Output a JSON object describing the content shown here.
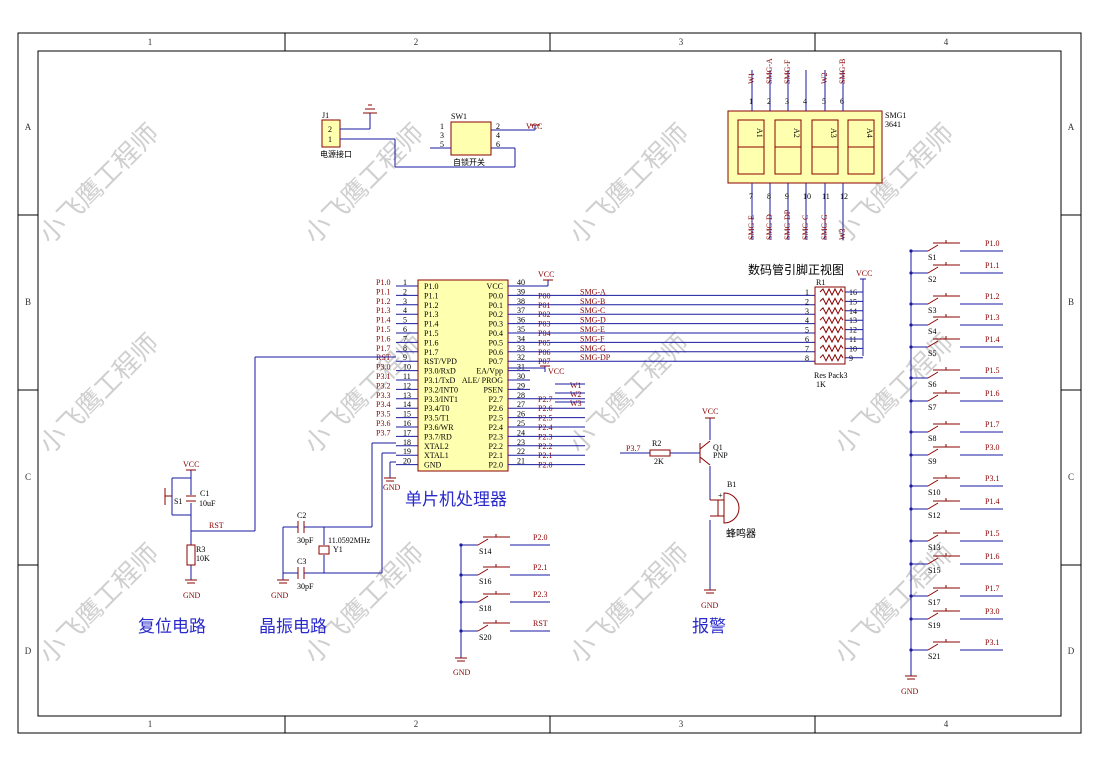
{
  "grid": {
    "columns": [
      "1",
      "2",
      "3",
      "4"
    ],
    "rows": [
      "A",
      "B",
      "C",
      "D"
    ]
  },
  "watermark": "小飞鹰工程师",
  "titles": {
    "mcu": "单片机处理器",
    "reset": "复位电路",
    "crystal": "晶振电路",
    "alarm": "报警",
    "seg_pins": "数码管引脚正视图"
  },
  "power": {
    "j1_ref": "J1",
    "j1_name": "电源接口",
    "j1_pins": [
      "2",
      "1"
    ],
    "sw1_ref": "SW1",
    "sw1_name": "自锁开关",
    "sw1_pins_left": [
      "1",
      "3",
      "5"
    ],
    "sw1_pins_right": [
      "2",
      "4",
      "6"
    ],
    "vcc": "VCC"
  },
  "mcu": {
    "left_nets": [
      "P1.0",
      "P1.1",
      "P1.2",
      "P1.3",
      "P1.4",
      "P1.5",
      "P1.6",
      "P1.7",
      "RST",
      "P3.0",
      "P3.1",
      "P3.2",
      "P3.3",
      "P3.4",
      "P3.5",
      "P3.6",
      "P3.7",
      "",
      "",
      ""
    ],
    "left_pin_nums": [
      "1",
      "2",
      "3",
      "4",
      "5",
      "6",
      "7",
      "8",
      "9",
      "10",
      "11",
      "12",
      "13",
      "14",
      "15",
      "16",
      "17",
      "18",
      "19",
      "20"
    ],
    "left_pin_names": [
      "P1.0",
      "P1.1",
      "P1.2",
      "P1.3",
      "P1.4",
      "P1.5",
      "P1.6",
      "P1.7",
      "RST/VPD",
      "P3.0/RxD",
      "P3.1/TxD",
      "P3.2/INT0",
      "P3.3/INT1",
      "P3.4/T0",
      "P3.5/T1",
      "P3.6/WR",
      "P3.7/RD",
      "XTAL2",
      "XTAL1",
      "GND"
    ],
    "right_pin_names": [
      "VCC",
      "P0.0",
      "P0.1",
      "P0.2",
      "P0.3",
      "P0.4",
      "P0.5",
      "P0.6",
      "P0.7",
      "EA/Vpp",
      "ALE/ PROG",
      "PSEN",
      "P2.7",
      "P2.6",
      "P2.5",
      "P2.4",
      "P2.3",
      "P2.2",
      "P2.1",
      "P2.0"
    ],
    "right_pin_nums": [
      "40",
      "39",
      "38",
      "37",
      "36",
      "35",
      "34",
      "33",
      "32",
      "31",
      "30",
      "29",
      "28",
      "27",
      "26",
      "25",
      "24",
      "23",
      "22",
      "21"
    ],
    "right_nets": [
      "",
      "P00",
      "P01",
      "P02",
      "P03",
      "P04",
      "P05",
      "P06",
      "P07",
      "",
      "",
      "",
      "P2.7",
      "P2.6",
      "P2.5",
      "P2.4",
      "P2.3",
      "P2.2",
      "P2.1",
      "P2.0"
    ],
    "vcc": "VCC",
    "ea_vcc": "VCC",
    "gnd": "GND",
    "w_nets": [
      "W1",
      "W2",
      "W3"
    ]
  },
  "segbus": {
    "labels": [
      "SMG-A",
      "SMG-B",
      "SMG-C",
      "SMG-D",
      "SMG-E",
      "SMG-F",
      "SMG-G",
      "SMG-DP"
    ]
  },
  "respack": {
    "ref": "R1",
    "name": "Res Pack3",
    "value": "1K",
    "vcc": "VCC",
    "left_pins": [
      "1",
      "2",
      "3",
      "4",
      "5",
      "6",
      "7",
      "8"
    ],
    "right_pins": [
      "16",
      "15",
      "14",
      "13",
      "12",
      "11",
      "10",
      "9"
    ]
  },
  "smg": {
    "ref": "SMG1",
    "part": "3641",
    "top_nets": [
      "W1",
      "SMG-A",
      "SMG-F",
      "W2",
      "SMG-B"
    ],
    "top_net_pins": [
      "1",
      "2",
      "3",
      "5",
      "6"
    ],
    "top_pins": [
      "1",
      "2",
      "3",
      "4",
      "5",
      "6"
    ],
    "bottom_pins": [
      "7",
      "8",
      "9",
      "10",
      "11",
      "12"
    ],
    "bottom_nets": [
      "SMG-E",
      "SMG-D",
      "SMG-DP",
      "SMG-C",
      "SMG-G",
      "W3"
    ],
    "digit_labels": [
      "A1",
      "A2",
      "A3",
      "A4"
    ]
  },
  "reset": {
    "vcc": "VCC",
    "s1": "S1",
    "c1_ref": "C1",
    "c1_val": "10uF",
    "r3_ref": "R3",
    "r3_val": "10K",
    "rst": "RST",
    "gnd": "GND"
  },
  "crystal": {
    "c2_ref": "C2",
    "c2_val": "30pF",
    "c3_ref": "C3",
    "c3_val": "30pF",
    "y1_ref": "Y1",
    "y1_val": "11.0592MHz",
    "gnd": "GND"
  },
  "keys_mid": {
    "refs": [
      "S14",
      "S16",
      "S18",
      "S20"
    ],
    "nets": [
      "P2.0",
      "P2.1",
      "P2.3",
      "RST"
    ],
    "gnd": "GND"
  },
  "alarm": {
    "vcc": "VCC",
    "q1_ref": "Q1",
    "q1_type": "PNP",
    "r2_ref": "R2",
    "r2_val": "2K",
    "net": "P3.7",
    "b1_ref": "B1",
    "b1_name": "蜂鸣器",
    "plus": "+",
    "gnd": "GND"
  },
  "keys_right": {
    "refs": [
      "S1",
      "S2",
      "S3",
      "S4",
      "S5",
      "S6",
      "S7",
      "S8",
      "S9",
      "S10",
      "S12",
      "S13",
      "S15",
      "S17",
      "S19",
      "S21"
    ],
    "nets": [
      "P1.0",
      "P1.1",
      "P1.2",
      "P1.3",
      "P1.4",
      "P1.5",
      "P1.6",
      "P1.7",
      "P3.0",
      "P3.1",
      "P1.4",
      "P1.5",
      "P1.6",
      "P1.7",
      "P3.0",
      "P3.1"
    ],
    "gnd": "GND"
  }
}
